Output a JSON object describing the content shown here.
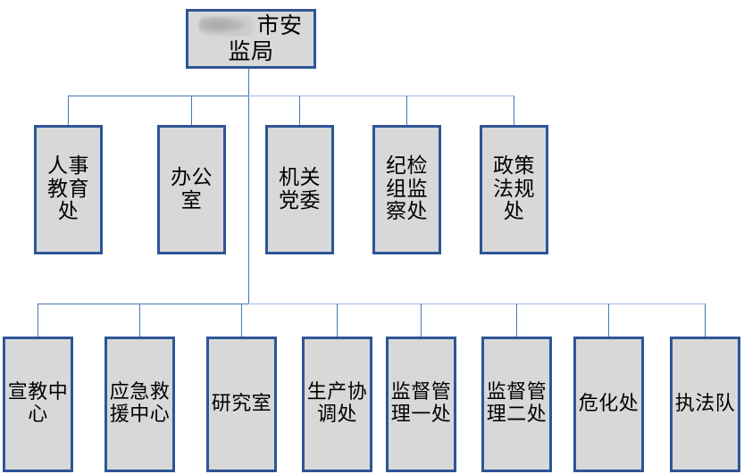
{
  "diagram": {
    "type": "organization-chart",
    "title_text": "市安监局",
    "colors": {
      "node_fill": "#D8D8D8",
      "node_border": "#2E5597",
      "connector": "#4A77B5",
      "connector_faint": "#9EBBDD",
      "background": "#FFFFFF"
    },
    "root": {
      "name": "root-node",
      "redacted_prefix": true,
      "label": "市安监局"
    },
    "level1": [
      {
        "name": "node-renshi-jiaoyu-chu",
        "label": "人事教育处"
      },
      {
        "name": "node-bangongshi",
        "label": "办公室"
      },
      {
        "name": "node-jiguan-dangwei",
        "label": "机关党委"
      },
      {
        "name": "node-jijian-zu-jiancha-chu",
        "label": "纪检组监察处"
      },
      {
        "name": "node-zhengce-fagui-chu",
        "label": "政策法规处"
      }
    ],
    "level2": [
      {
        "name": "node-xuanjiao-zhongxin",
        "label": "宣教中心"
      },
      {
        "name": "node-yingji-jiuyuan-zhongxin",
        "label": "应急救援中心"
      },
      {
        "name": "node-yanjiushi",
        "label": "研究室"
      },
      {
        "name": "node-shengchan-xietiao-chu",
        "label": "生产协调处"
      },
      {
        "name": "node-jiandu-guanli-yi-chu",
        "label": "监督管理一处"
      },
      {
        "name": "node-jiandu-guanli-er-chu",
        "label": "监督管理二处"
      },
      {
        "name": "node-weihua-chu",
        "label": "危化处"
      },
      {
        "name": "node-zhifa-dui",
        "label": "执法队"
      }
    ]
  }
}
